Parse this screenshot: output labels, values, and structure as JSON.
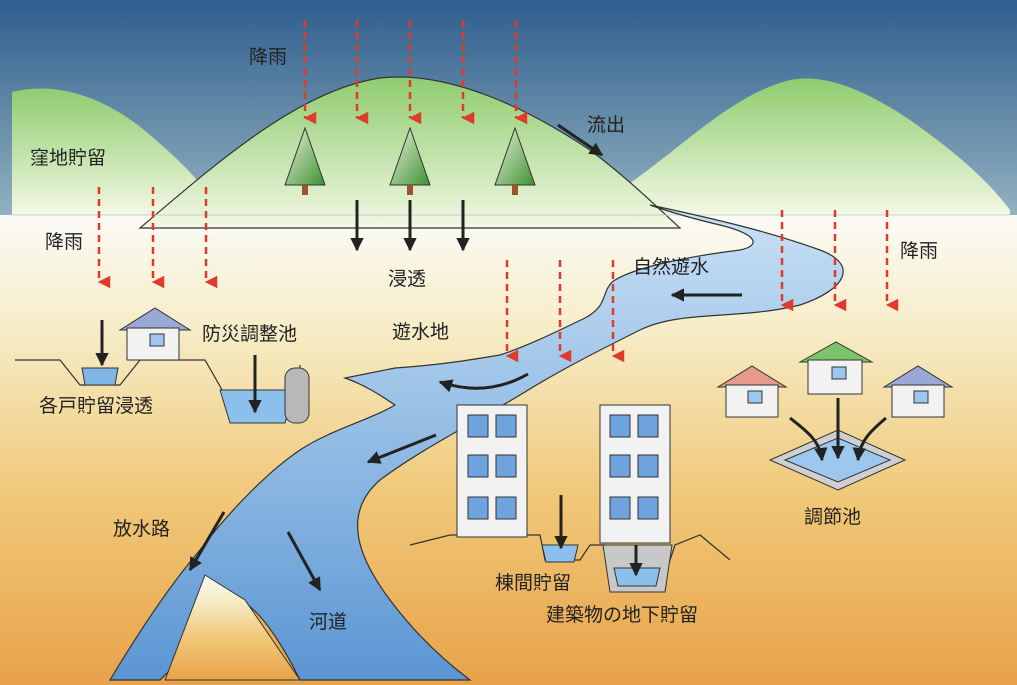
{
  "labels": {
    "rain_top": "降雨",
    "depression_storage": "窪地貯留",
    "runoff": "流出",
    "rain_left": "降雨",
    "infiltration": "浸透",
    "natural_water_retention": "自然遊水",
    "rain_right": "降雨",
    "disaster_regulating_pond": "防災調整池",
    "retention_area": "遊水地",
    "household_infiltration": "各戸貯留浸透",
    "regulating_pond": "調節池",
    "floodway": "放水路",
    "between_buildings_storage": "棟間貯留",
    "river_channel": "河道",
    "underground_storage": "建築物の地下貯留"
  },
  "colors": {
    "rain_arrow": "#e03a2a",
    "water": "#6fa6dc",
    "hill": "#9fd27f",
    "tree": "#4a9a3c",
    "arrow": "#222222"
  },
  "icons": [
    "tree-icon",
    "house-icon",
    "building-icon",
    "rain-arrow-icon",
    "flow-arrow-icon",
    "tank-icon"
  ]
}
